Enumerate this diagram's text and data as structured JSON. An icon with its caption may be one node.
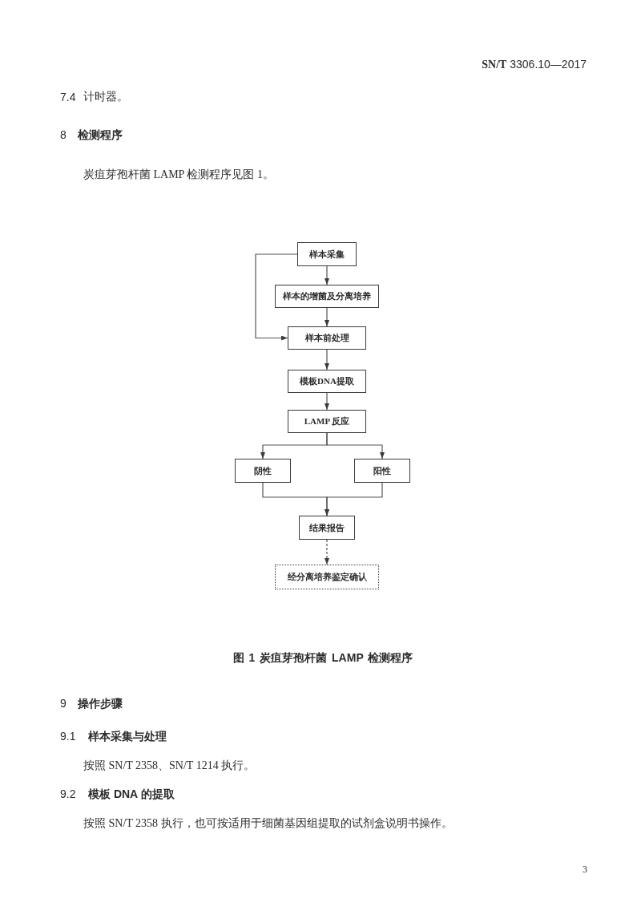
{
  "diagram": {
    "caption": "图 1 炭疽芽孢杆菌 LAMP 检测程序",
    "nodes": [
      {
        "text": [
          "样本采集"
        ]
      },
      {
        "text": [
          "样本的增菌及分离培养"
        ]
      },
      {
        "text": [
          "样本前处理"
        ]
      },
      {
        "text": [
          "模板DNA提取"
        ]
      },
      {
        "text": [
          "LAMP 反应"
        ]
      },
      {
        "text": [
          "阴性"
        ]
      },
      {
        "text": [
          "阳性"
        ]
      },
      {
        "text": [
          "结果报告"
        ]
      },
      {
        "text": [
          "经分离培养鉴定确认"
        ]
      }
    ],
    "edges": [
      {
        "from": 0,
        "to": 1,
        "arrow": "to"
      },
      {
        "from": 0,
        "to": 2,
        "arrow": "to"
      },
      {
        "from": 1,
        "to": 2,
        "arrow": "to"
      },
      {
        "from": 2,
        "to": 3,
        "arrow": "to"
      },
      {
        "from": 3,
        "to": 4,
        "arrow": "to"
      },
      {
        "from": 4,
        "to": 5,
        "arrow": "to"
      },
      {
        "from": 4,
        "to": 6,
        "arrow": "to"
      },
      {
        "from": 5,
        "to": 7,
        "arrow": "to"
      },
      {
        "from": 6,
        "to": 7,
        "arrow": "to"
      },
      {
        "from": 7,
        "to": 8,
        "arrow": "to",
        "style": "dashed"
      }
    ],
    "labels": [
      "**SN/T** 3306.10—2017",
      "7.4",
      "计时器。",
      "8",
      "检测程序",
      "炭疽芽孢杆菌 LAMP 检测程序见图 1。",
      "9",
      "操作步骤",
      "9.1",
      "样本采集与处理",
      "按照 SN/T 2358、SN/T 1214 执行。",
      "9.2",
      "模板 DNA 的提取",
      "按照 SN/T 2358 执行，也可按适用于细菌基因组提取的试剂盒说明书操作。",
      "3"
    ]
  }
}
